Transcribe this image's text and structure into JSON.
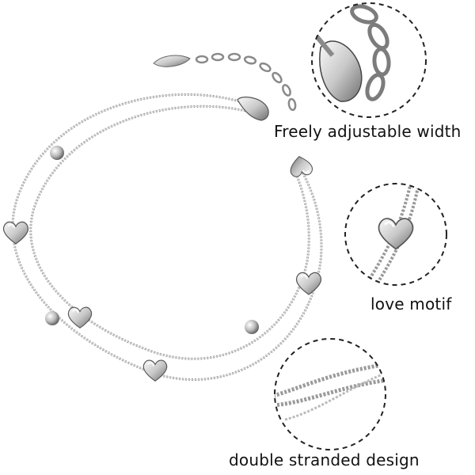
{
  "product": {
    "features": [
      {
        "id": "adjustable",
        "caption": "Freely adjustable width"
      },
      {
        "id": "love",
        "caption": "love motif"
      },
      {
        "id": "double",
        "caption": "double stranded design"
      }
    ]
  },
  "colors": {
    "silver_light": "#e6e6e6",
    "silver_mid": "#bdbdbd",
    "silver_dark": "#7a7a7a",
    "dashed": "#222222",
    "text": "#111111"
  }
}
